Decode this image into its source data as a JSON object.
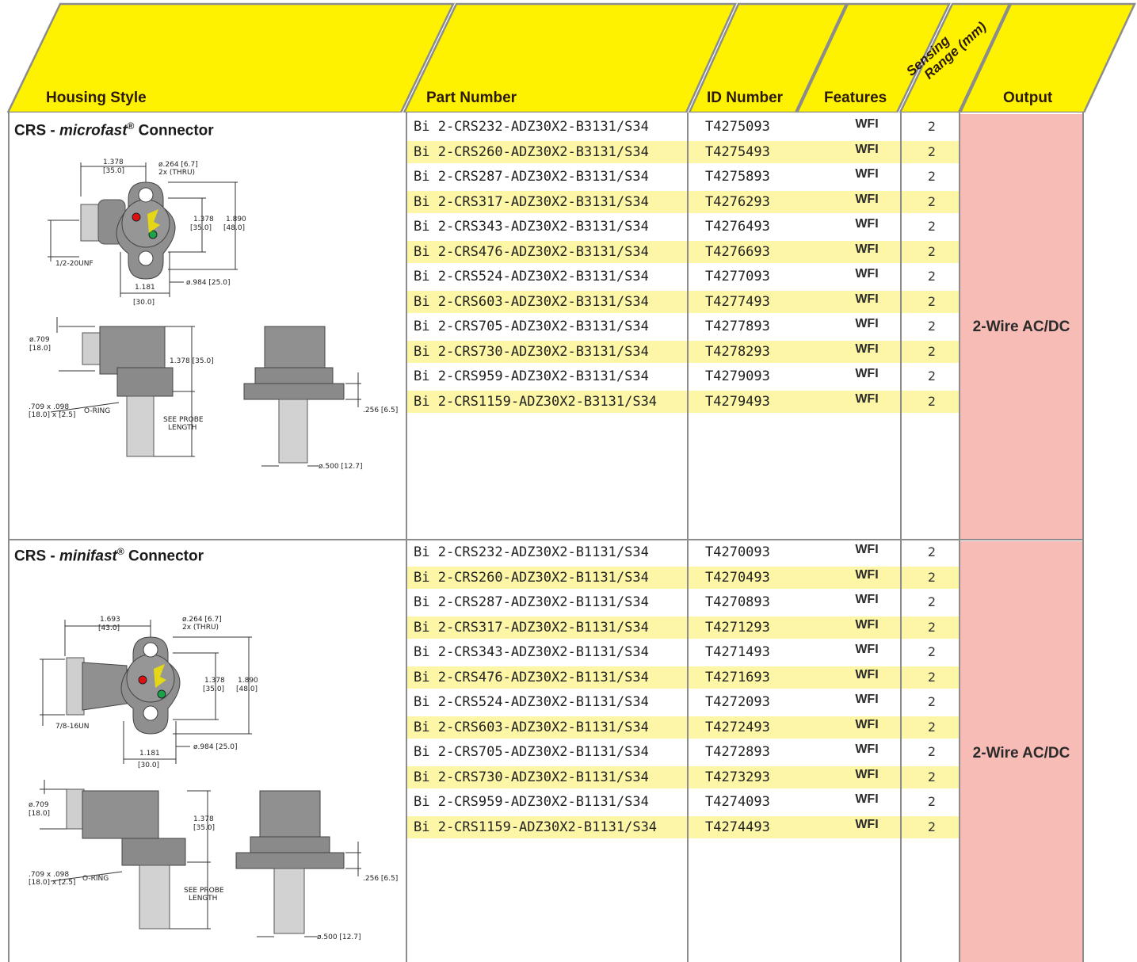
{
  "header": {
    "housing_style": "Housing Style",
    "part_number": "Part Number",
    "id_number": "ID Number",
    "features": "Features",
    "sensing_line1": "Sensing",
    "sensing_line2": "Range (mm)",
    "output": "Output"
  },
  "colors": {
    "header_yellow": "#fff200",
    "row_highlight": "#fdf6a6",
    "output_pink": "#f7bcb6",
    "grid": "#8c8c8c"
  },
  "sections": [
    {
      "title_prefix": "CRS - ",
      "title_brand": "microfast",
      "title_reg": "®",
      "title_suffix": " Connector",
      "output": "2-Wire AC/DC",
      "drawing": {
        "dim_a": "1.378",
        "dim_a_mm": "[35.0]",
        "hole": "ø.264 [6.7]",
        "hole_note": "2x (THRU)",
        "dim_b": "1.378",
        "dim_b_mm": "[35.0]",
        "dim_c": "1.890",
        "dim_c_mm": "[48.0]",
        "thread": "1/2-20UNF",
        "dia": "ø.984 [25.0]",
        "dim_d": "1.181",
        "dim_d_mm": "[30.0]",
        "side_dia": "ø.709",
        "side_dia_mm": "[18.0]",
        "side_h": "1.378 [35.0]",
        "oring": ".709 x .098",
        "oring_mm": "[18.0] x [2.5]",
        "oring_label": "O-RING",
        "probe": "SEE PROBE",
        "probe2": "LENGTH",
        "flange": ".256 [6.5]",
        "probe_dia": "ø.500 [12.7]"
      },
      "rows": [
        {
          "part": "Bi 2-CRS232-ADZ30X2-B3131/S34",
          "id": "T4275093",
          "feature": "WFI",
          "range": "2"
        },
        {
          "part": "Bi 2-CRS260-ADZ30X2-B3131/S34",
          "id": "T4275493",
          "feature": "WFI",
          "range": "2"
        },
        {
          "part": "Bi 2-CRS287-ADZ30X2-B3131/S34",
          "id": "T4275893",
          "feature": "WFI",
          "range": "2"
        },
        {
          "part": "Bi 2-CRS317-ADZ30X2-B3131/S34",
          "id": "T4276293",
          "feature": "WFI",
          "range": "2"
        },
        {
          "part": "Bi 2-CRS343-ADZ30X2-B3131/S34",
          "id": "T4276493",
          "feature": "WFI",
          "range": "2"
        },
        {
          "part": "Bi 2-CRS476-ADZ30X2-B3131/S34",
          "id": "T4276693",
          "feature": "WFI",
          "range": "2"
        },
        {
          "part": "Bi 2-CRS524-ADZ30X2-B3131/S34",
          "id": "T4277093",
          "feature": "WFI",
          "range": "2"
        },
        {
          "part": "Bi 2-CRS603-ADZ30X2-B3131/S34",
          "id": "T4277493",
          "feature": "WFI",
          "range": "2"
        },
        {
          "part": "Bi 2-CRS705-ADZ30X2-B3131/S34",
          "id": "T4277893",
          "feature": "WFI",
          "range": "2"
        },
        {
          "part": "Bi 2-CRS730-ADZ30X2-B3131/S34",
          "id": "T4278293",
          "feature": "WFI",
          "range": "2"
        },
        {
          "part": "Bi 2-CRS959-ADZ30X2-B3131/S34",
          "id": "T4279093",
          "feature": "WFI",
          "range": "2"
        },
        {
          "part": "Bi 2-CRS1159-ADZ30X2-B3131/S34",
          "id": "T4279493",
          "feature": "WFI",
          "range": "2"
        }
      ]
    },
    {
      "title_prefix": "CRS - ",
      "title_brand": "minifast",
      "title_reg": "®",
      "title_suffix": " Connector",
      "output": "2-Wire AC/DC",
      "drawing": {
        "dim_a": "1.693",
        "dim_a_mm": "[43.0]",
        "hole": "ø.264 [6.7]",
        "hole_note": "2x (THRU)",
        "dim_b": "1.378",
        "dim_b_mm": "[35.0]",
        "dim_c": "1.890",
        "dim_c_mm": "[48.0]",
        "thread": "7/8-16UN",
        "dia": "ø.984 [25.0]",
        "dim_d": "1.181",
        "dim_d_mm": "[30.0]",
        "side_dia": "ø.709",
        "side_dia_mm": "[18.0]",
        "side_h": "1.378",
        "side_h_mm": "[35.0]",
        "oring": ".709 x .098",
        "oring_mm": "[18.0] x [2.5]",
        "oring_label": "O-RING",
        "probe": "SEE PROBE",
        "probe2": "LENGTH",
        "flange": ".256 [6.5]",
        "probe_dia": "ø.500 [12.7]"
      },
      "rows": [
        {
          "part": "Bi 2-CRS232-ADZ30X2-B1131/S34",
          "id": "T4270093",
          "feature": "WFI",
          "range": "2"
        },
        {
          "part": "Bi 2-CRS260-ADZ30X2-B1131/S34",
          "id": "T4270493",
          "feature": "WFI",
          "range": "2"
        },
        {
          "part": "Bi 2-CRS287-ADZ30X2-B1131/S34",
          "id": "T4270893",
          "feature": "WFI",
          "range": "2"
        },
        {
          "part": "Bi 2-CRS317-ADZ30X2-B1131/S34",
          "id": "T4271293",
          "feature": "WFI",
          "range": "2"
        },
        {
          "part": "Bi 2-CRS343-ADZ30X2-B1131/S34",
          "id": "T4271493",
          "feature": "WFI",
          "range": "2"
        },
        {
          "part": "Bi 2-CRS476-ADZ30X2-B1131/S34",
          "id": "T4271693",
          "feature": "WFI",
          "range": "2"
        },
        {
          "part": "Bi 2-CRS524-ADZ30X2-B1131/S34",
          "id": "T4272093",
          "feature": "WFI",
          "range": "2"
        },
        {
          "part": "Bi 2-CRS603-ADZ30X2-B1131/S34",
          "id": "T4272493",
          "feature": "WFI",
          "range": "2"
        },
        {
          "part": "Bi 2-CRS705-ADZ30X2-B1131/S34",
          "id": "T4272893",
          "feature": "WFI",
          "range": "2"
        },
        {
          "part": "Bi 2-CRS730-ADZ30X2-B1131/S34",
          "id": "T4273293",
          "feature": "WFI",
          "range": "2"
        },
        {
          "part": "Bi 2-CRS959-ADZ30X2-B1131/S34",
          "id": "T4274093",
          "feature": "WFI",
          "range": "2"
        },
        {
          "part": "Bi 2-CRS1159-ADZ30X2-B1131/S34",
          "id": "T4274493",
          "feature": "WFI",
          "range": "2"
        }
      ]
    }
  ]
}
